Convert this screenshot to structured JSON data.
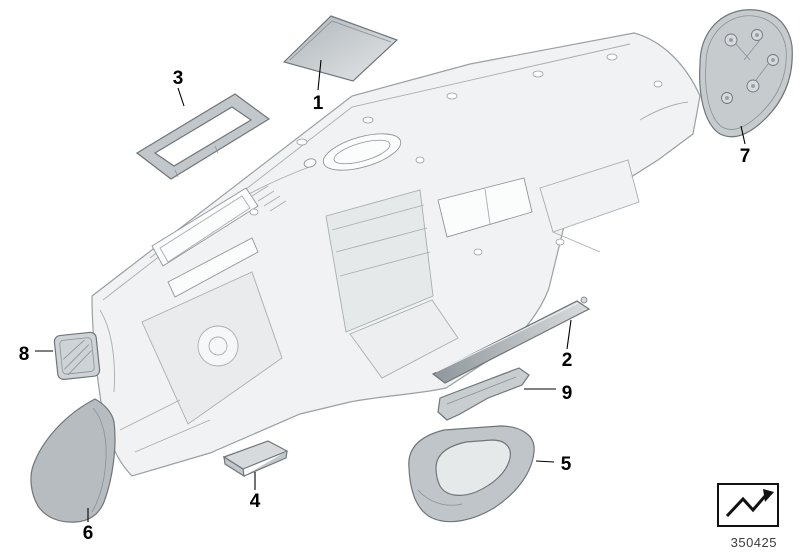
{
  "diagram": {
    "callouts": [
      {
        "label": "1"
      },
      {
        "label": "2"
      },
      {
        "label": "3"
      },
      {
        "label": "4"
      },
      {
        "label": "5"
      },
      {
        "label": "6"
      },
      {
        "label": "7"
      },
      {
        "label": "8"
      },
      {
        "label": "9"
      }
    ],
    "part_number": "350425",
    "icons": {
      "corner_icon": "zigzag-arrow"
    },
    "colors": {
      "background": "#ffffff",
      "outline": "#9aa1a6",
      "dash_fill": "#f0f2f3",
      "part_fill": "#c6cbce",
      "callout_text": "#000000"
    }
  }
}
